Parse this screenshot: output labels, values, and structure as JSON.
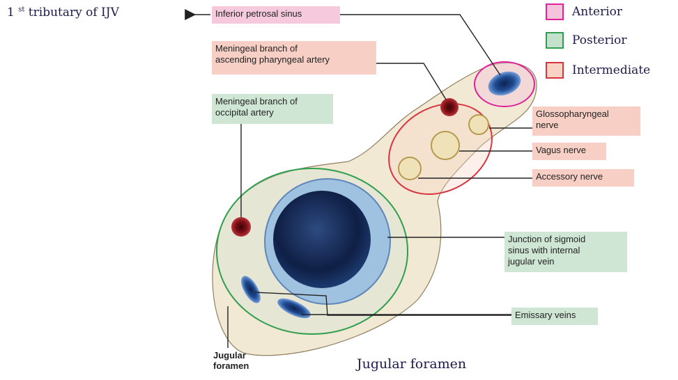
{
  "tributary_note": {
    "number": "1",
    "superscript": "st",
    "text": "tributary of IJV"
  },
  "labels": {
    "inferior_petrosal_sinus": "Inferior petrosal sinus",
    "meningeal_ascending_pharyngeal": "Meningeal branch of\nascending pharyngeal artery",
    "meningeal_occipital": "Meningeal branch of\noccipital artery",
    "glossopharyngeal": "Glossopharyngeal\nnerve",
    "vagus": "Vagus nerve",
    "accessory": "Accessory nerve",
    "junction": "Junction of sigmoid\nsinus with internal\njugular vein",
    "emissary": "Emissary veins",
    "jugular_foramen_label": "Jugular\nforamen"
  },
  "legend": [
    {
      "label": "Anterior",
      "border": "#e0219a",
      "fill": "#f4c3dc"
    },
    {
      "label": "Posterior",
      "border": "#2f9e4f",
      "fill": "#c5e0cb"
    },
    {
      "label": "Intermediate",
      "border": "#d8343f",
      "fill": "#f8d3c3"
    }
  ],
  "caption": "Jugular foramen",
  "colors": {
    "foramen_fill": "#f1e9d4",
    "anterior": "#e0219a",
    "posterior": "#2f9e4f",
    "intermediate": "#d8343f"
  }
}
